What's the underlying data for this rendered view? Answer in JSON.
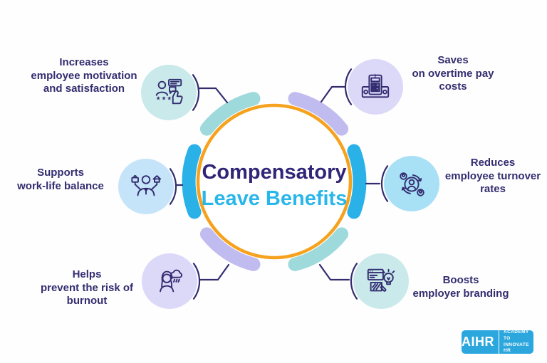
{
  "title": {
    "line1": "Compensatory",
    "line2": "Leave Benefits"
  },
  "items": [
    {
      "id": "motivation",
      "label": "Increases\nemployee motivation\nand satisfaction",
      "icon": "employee-motivation-icon",
      "badge_color": "teal"
    },
    {
      "id": "overtime-savings",
      "label": "Saves\non overtime pay\ncosts",
      "icon": "overtime-pay-savings-icon",
      "badge_color": "lavender"
    },
    {
      "id": "work-life-balance",
      "label": "Supports\nwork-life balance",
      "icon": "work-life-balance-icon",
      "badge_color": "blue"
    },
    {
      "id": "turnover",
      "label": "Reduces\nemployee turnover\nrates",
      "icon": "employee-turnover-icon",
      "badge_color": "cyan"
    },
    {
      "id": "burnout",
      "label": "Helps\nprevent the risk of\nburnout",
      "icon": "burnout-prevention-icon",
      "badge_color": "lavender"
    },
    {
      "id": "employer-branding",
      "label": "Boosts\nemployer branding",
      "icon": "employer-branding-icon",
      "badge_color": "teal"
    }
  ],
  "logo": {
    "brand": "AIHR",
    "tagline": "ACADEMY TO\nINNOVATE HR"
  },
  "colors": {
    "ink": "#332d70",
    "title_primary": "#312577",
    "title_accent": "#29b6ea",
    "ring_orange": "#f6a21e",
    "arc_teal": "#9ed9dc",
    "arc_lavender": "#c1bcf0",
    "arc_cyan": "#29b1e8",
    "badge_teal": "#c9e9eb",
    "badge_lavender": "#dcd8f8",
    "badge_blue": "#c5e4f9",
    "badge_cyan": "#a8e0f6",
    "logo_blue": "#2ba7de",
    "background": "#fefefe"
  }
}
